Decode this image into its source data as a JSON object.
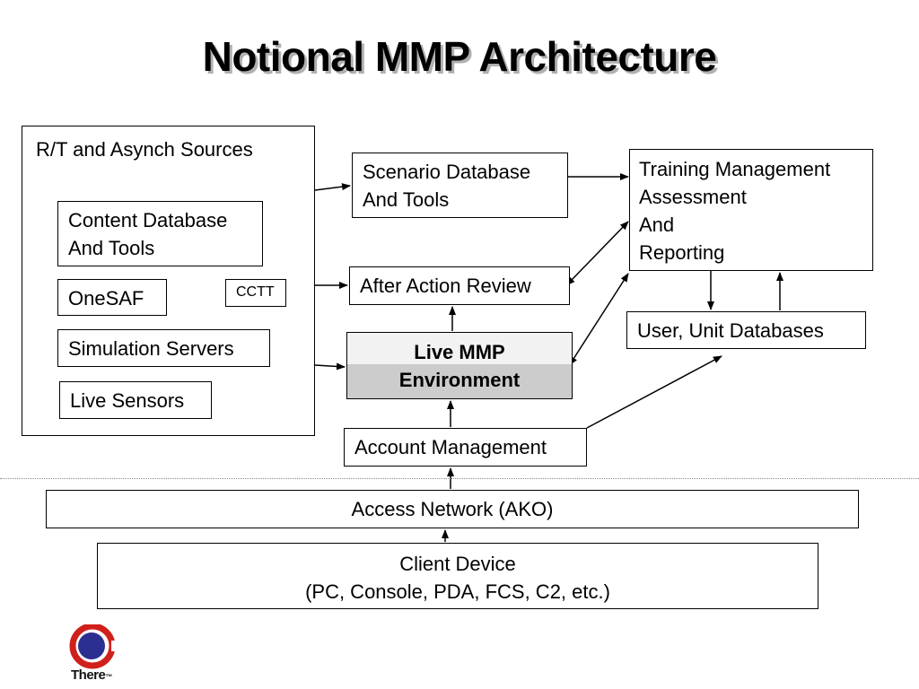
{
  "title": "Notional MMP Architecture",
  "sources": {
    "heading": "R/T and Asynch Sources",
    "content_database": [
      "Content Database",
      "And Tools"
    ],
    "onesaf": "OneSAF",
    "cctt": "CCTT",
    "simulation_servers": "Simulation Servers",
    "live_sensors": "Live Sensors"
  },
  "scenario_database": [
    "Scenario Database",
    "And Tools"
  ],
  "after_action_review": "After Action Review",
  "live_mmp": [
    "Live MMP",
    "Environment"
  ],
  "training": [
    "Training Management",
    "Assessment",
    "And",
    "Reporting"
  ],
  "user_databases": "User, Unit Databases",
  "account_management": "Account Management",
  "access_network": "Access Network (AKO)",
  "client_device": [
    "Client Device",
    "(PC, Console, PDA, FCS, C2, etc.)"
  ],
  "logo": {
    "word": "There",
    "mark": "™",
    "ring_color": "#d0201c",
    "dot_color": "#2b2f8f"
  },
  "colors": {
    "live_top": "#f2f2f2",
    "live_bottom": "#cccccc",
    "title_shadow": "#b0b0b0"
  }
}
